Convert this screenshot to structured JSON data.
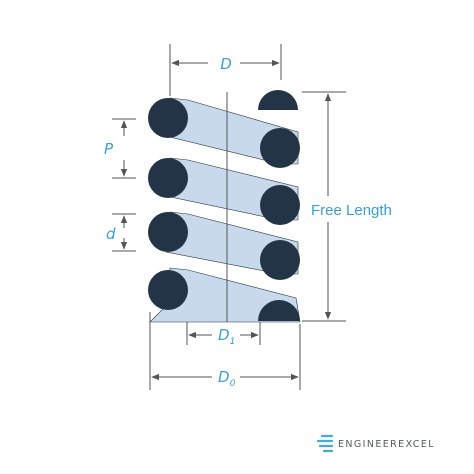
{
  "labels": {
    "d_outer_top": "D",
    "pitch": "P",
    "wire": "d",
    "free_length": "Free Length",
    "inner_main": "D",
    "inner_sub": "1",
    "outer_main": "D",
    "outer_sub": "0"
  },
  "brand": {
    "text": "ENGINEEREXCEL",
    "logo_icon": "speed-lines-icon"
  },
  "colors": {
    "coil_dark": "#243447",
    "coil_light": "#c9d9ec",
    "dimension_line": "#555555",
    "label_blue": "#3a9fd8",
    "logo_blue": "#4aa9de"
  }
}
